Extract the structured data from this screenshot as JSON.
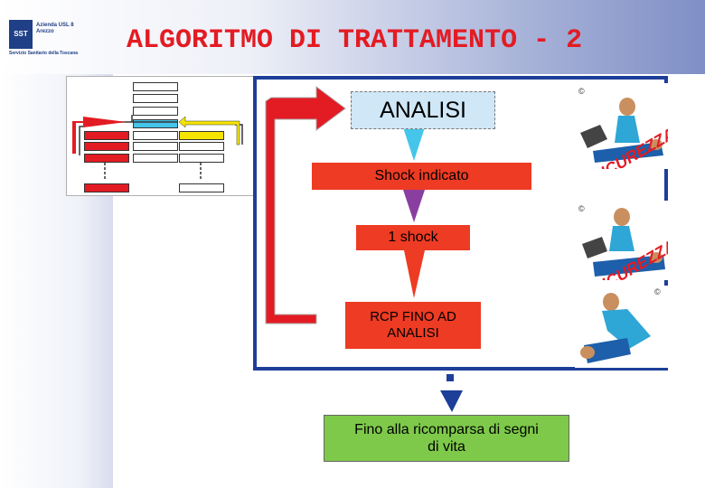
{
  "header": {
    "title": "ALGORITMO DI TRATTAMENTO - 2"
  },
  "logo": {
    "mark": "SST",
    "name": "Azienda USL 8 Arezzo",
    "subtitle": "Servizio Sanitario della Toscana"
  },
  "flow": {
    "analisi": "ANALISI",
    "shock_indicato": "Shock indicato",
    "one_shock": "1 shock",
    "rcp_line1": "RCP FINO AD",
    "rcp_line2": "ANALISI",
    "final_line1": "Fino alla ricomparsa di segni",
    "final_line2": "di vita"
  },
  "illustrations": [
    {
      "caption": "SICUREZZA!",
      "copyright": "©"
    },
    {
      "caption": "SICUREZZA!",
      "copyright": "©"
    },
    {
      "caption": "",
      "copyright": "©"
    }
  ],
  "colors": {
    "title": "#e31b23",
    "frame": "#1d3f9a",
    "shock_box": "#ee3b23",
    "analisi_box": "#cfe7f7",
    "final_box": "#7ec94a",
    "arrow_cyan": "#45c5ea"
  }
}
